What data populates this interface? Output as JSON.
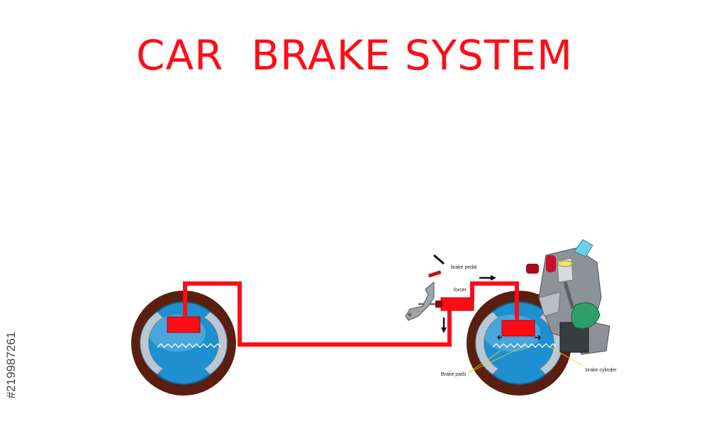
{
  "title": "CAR  BRAKE SYSTEM",
  "labels": {
    "brake_pedal": "brake pedal",
    "forcer": "forcer",
    "brake_pads": "Brake pads",
    "brake_cylinder": "brake cylinder"
  },
  "watermark": "#219987261",
  "colors": {
    "title": "#ff0d17",
    "brake_line": "#ff0d17",
    "tire": "#5a1f10",
    "drum": "#1e8fcf",
    "shoe": "#b8c8d4"
  }
}
